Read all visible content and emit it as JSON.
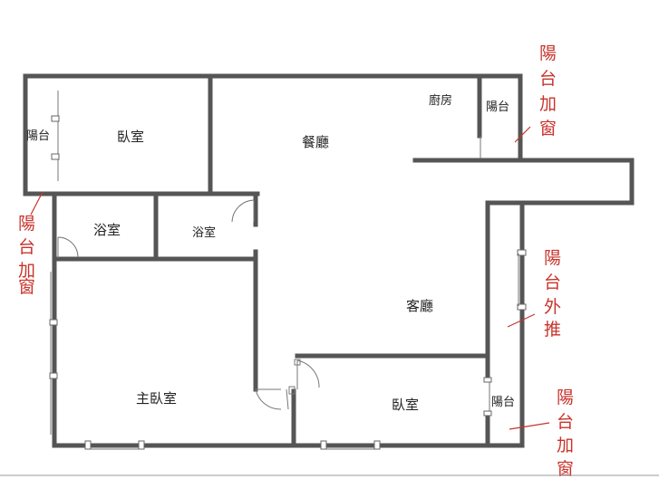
{
  "floor_plan": {
    "rooms": {
      "bedroom_top": "臥室",
      "dining": "餐廳",
      "kitchen": "廚房",
      "balcony_top": "陽台",
      "balcony_left": "陽台",
      "bathroom_left": "浴室",
      "bathroom_right": "浴室",
      "living": "客廳",
      "master_bedroom": "主臥室",
      "bedroom_bottom": "臥室",
      "balcony_bottom": "陽台"
    },
    "annotations": {
      "top_right": [
        "陽",
        "台",
        "加",
        "窗"
      ],
      "left": [
        "陽",
        "台",
        "加",
        "窗"
      ],
      "right_middle": [
        "陽",
        "台",
        "外",
        "推"
      ],
      "bottom_right": [
        "陽",
        "台",
        "加",
        "窗"
      ]
    },
    "colors": {
      "wall": "#555555",
      "annotation": "#c8342c"
    }
  }
}
